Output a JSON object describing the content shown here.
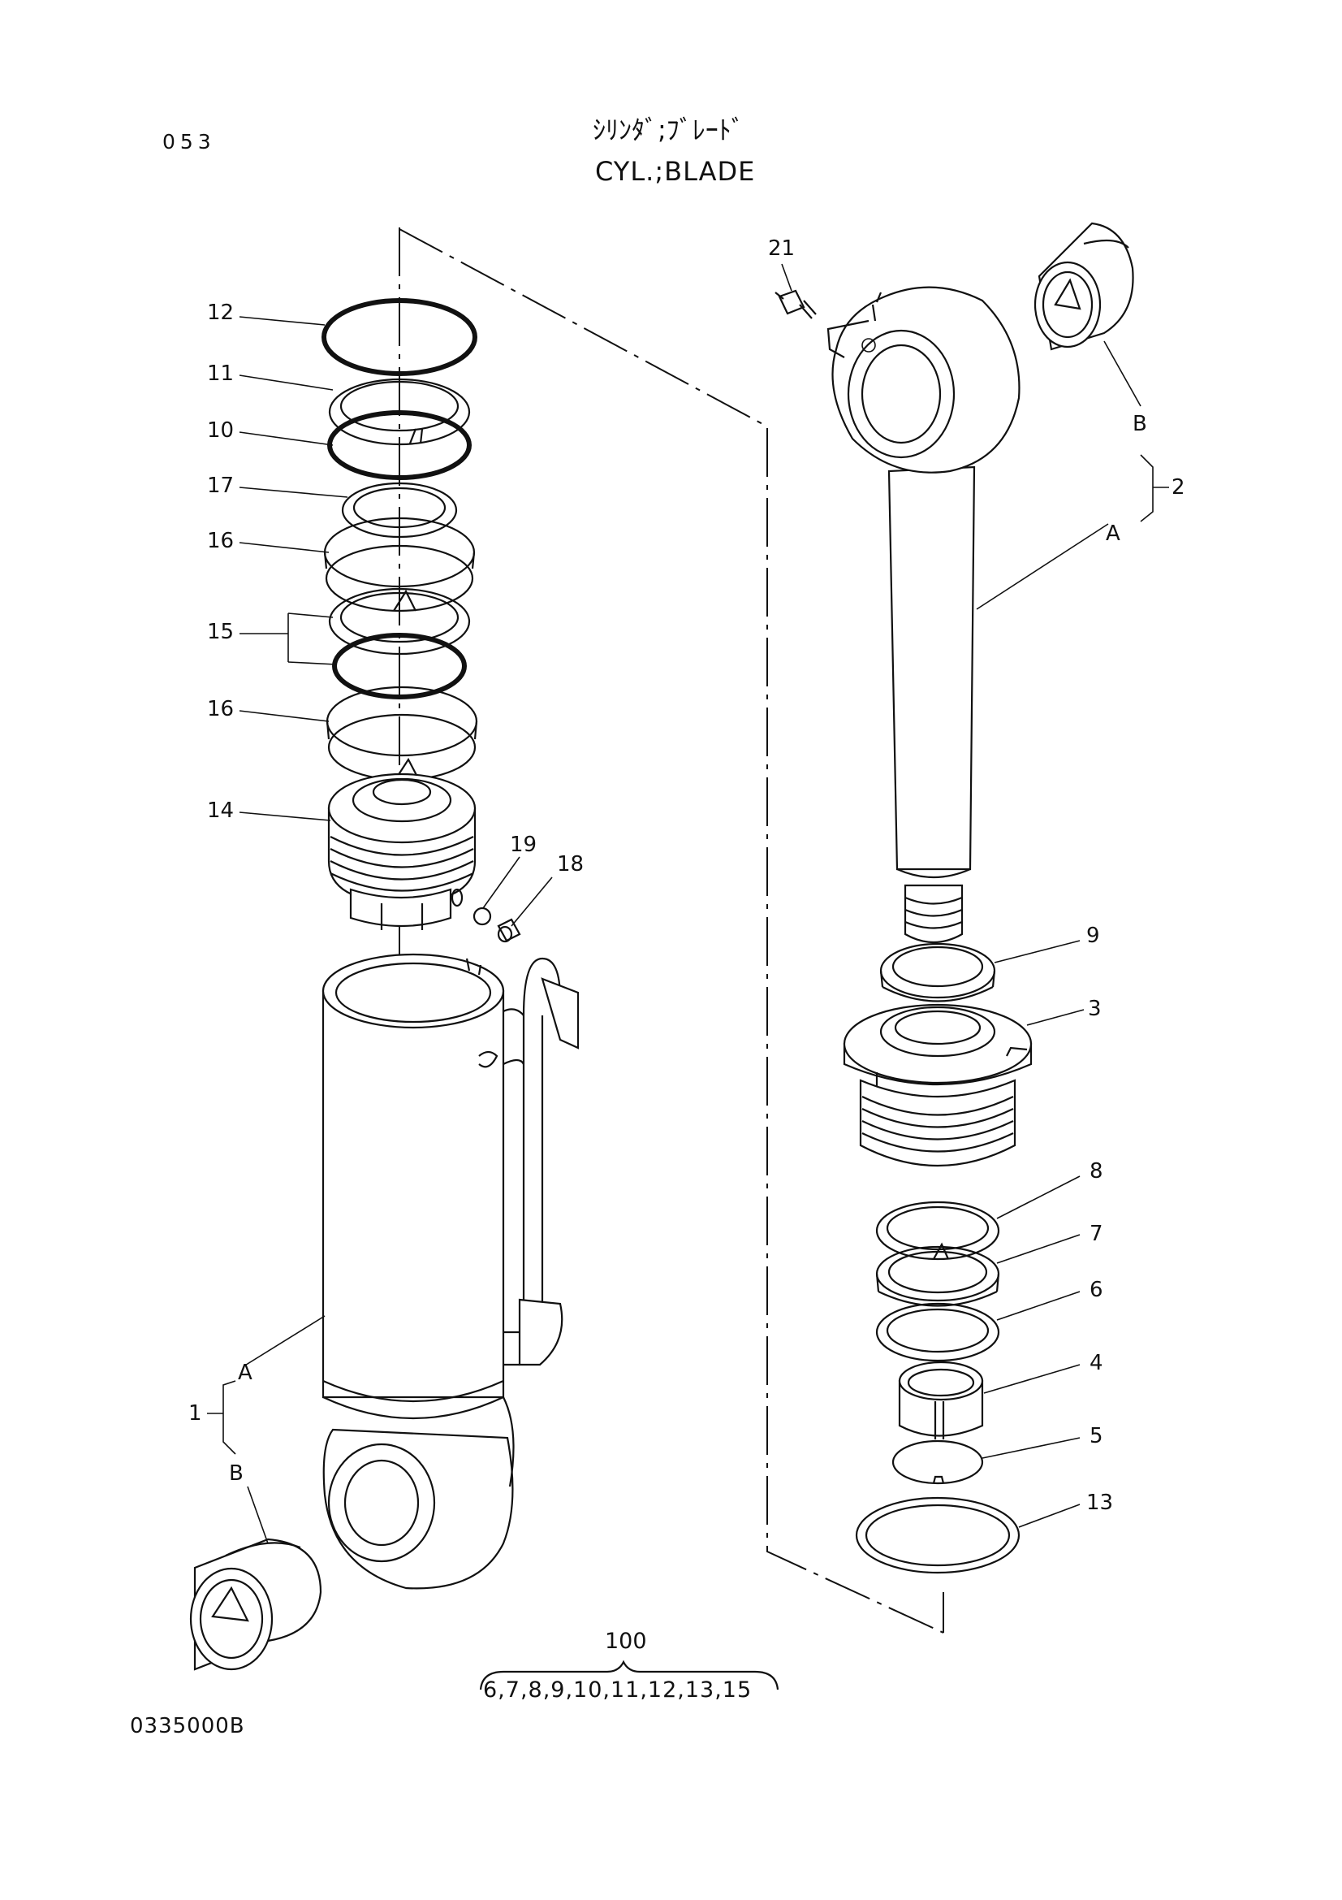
{
  "header": {
    "page_number": "053",
    "title_jp": "ｼﾘﾝﾀﾞ;ﾌﾞﾚｰﾄﾞ",
    "title_en": "CYL.;BLADE"
  },
  "footer": {
    "drawing_code": "0335000B",
    "kit_number": "100",
    "kit_contents": "6,7,8,9,10,11,12,13,15"
  },
  "callouts": {
    "c1": "1",
    "c2": "2",
    "c3": "3",
    "c4": "4",
    "c5": "5",
    "c6": "6",
    "c7": "7",
    "c8": "8",
    "c9": "9",
    "c10": "10",
    "c11": "11",
    "c12": "12",
    "c13": "13",
    "c14": "14",
    "c15": "15",
    "c16a": "16",
    "c16b": "16",
    "c17": "17",
    "c18": "18",
    "c19": "19",
    "c21": "21",
    "a_left": "A",
    "b_left": "B",
    "a_right": "A",
    "b_right": "B"
  }
}
